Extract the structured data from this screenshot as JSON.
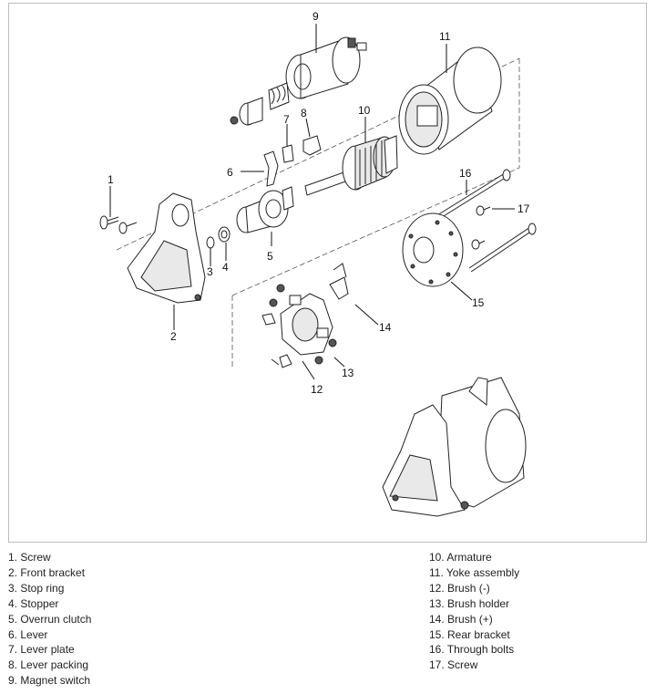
{
  "callouts": {
    "c1": "1",
    "c2": "2",
    "c3": "3",
    "c4": "4",
    "c5": "5",
    "c6": "6",
    "c7": "7",
    "c8": "8",
    "c9": "9",
    "c10": "10",
    "c11": "11",
    "c12": "12",
    "c13": "13",
    "c14": "14",
    "c15": "15",
    "c16": "16",
    "c17": "17"
  },
  "legend_left": [
    "1. Screw",
    "2. Front bracket",
    "3. Stop ring",
    "4. Stopper",
    "5. Overrun clutch",
    "6. Lever",
    "7. Lever plate",
    "8. Lever packing",
    "9. Magnet switch"
  ],
  "legend_right": [
    "10. Armature",
    "11. Yoke assembly",
    "12. Brush (-)",
    "13. Brush holder",
    "14. Brush (+)",
    "15. Rear bracket",
    "16. Through bolts",
    "17. Screw"
  ]
}
